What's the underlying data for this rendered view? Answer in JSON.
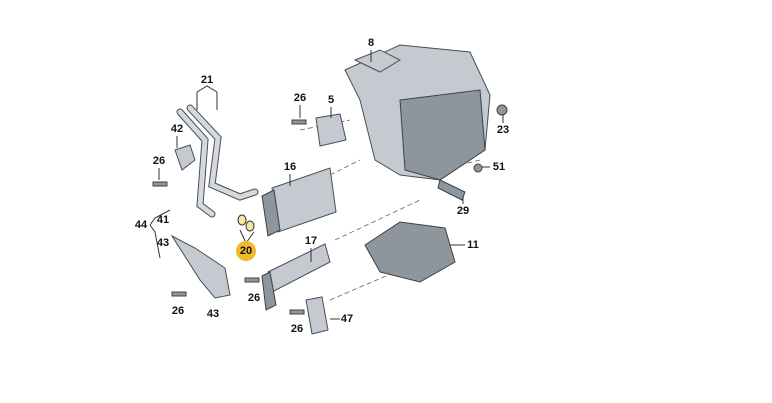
{
  "diagram": {
    "callouts": [
      "8",
      "21",
      "26",
      "5",
      "42",
      "26",
      "16",
      "23",
      "51",
      "44",
      "41",
      "43",
      "20",
      "17",
      "29",
      "11",
      "26",
      "43",
      "26",
      "26",
      "47"
    ],
    "highlight_color": "#f2b92b"
  }
}
